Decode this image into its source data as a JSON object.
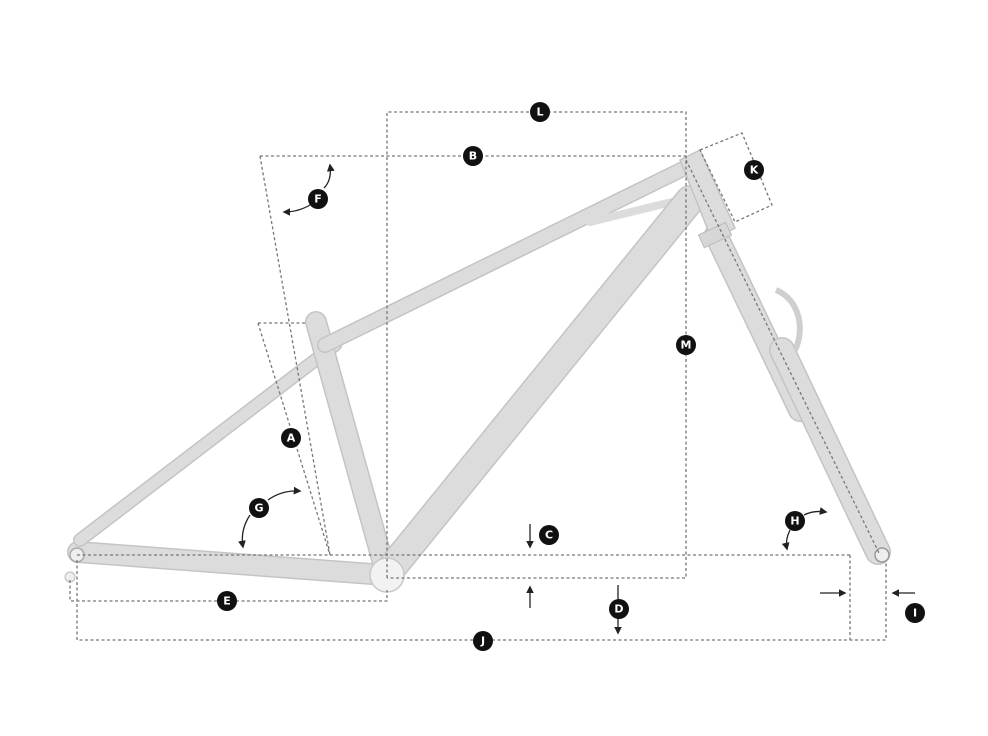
{
  "diagram": {
    "labels": [
      "A",
      "B",
      "C",
      "D",
      "E",
      "F",
      "G",
      "H",
      "I",
      "J",
      "K",
      "L",
      "M"
    ],
    "colors": {
      "frame": "#dcdcdc",
      "dimension_line": "#777777",
      "label_badge": "#111111",
      "label_text": "#ffffff"
    }
  }
}
